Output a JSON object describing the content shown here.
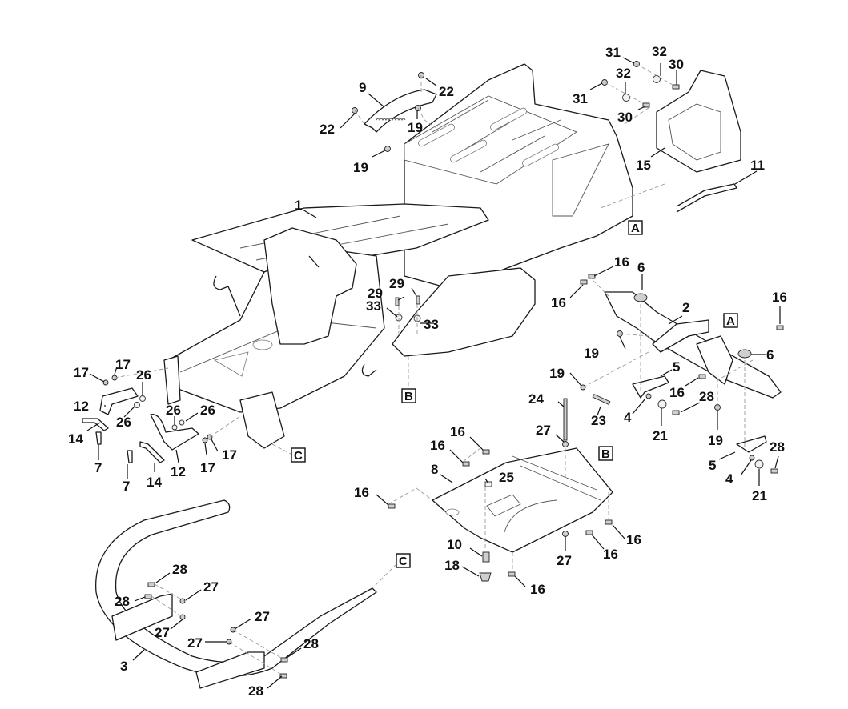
{
  "diagram": {
    "type": "exploded-parts-diagram",
    "subject": "Tractor chassis frame assembly",
    "colors": {
      "line": "#1a1a1a",
      "callout_text": "#111111",
      "background": "#ffffff",
      "dash": "#9a9a9a"
    }
  },
  "callouts": [
    {
      "id": "c1",
      "label": "1",
      "part": "frame"
    },
    {
      "id": "c2",
      "label": "2",
      "part": "front-axle-bracket"
    },
    {
      "id": "c3",
      "label": "3",
      "part": "front-bumper"
    },
    {
      "id": "c4a",
      "label": "4",
      "part": "spacer"
    },
    {
      "id": "c4b",
      "label": "4",
      "part": "spacer"
    },
    {
      "id": "c5a",
      "label": "5",
      "part": "bracket-plate"
    },
    {
      "id": "c5b",
      "label": "5",
      "part": "bracket-plate"
    },
    {
      "id": "c6a",
      "label": "6",
      "part": "spring"
    },
    {
      "id": "c6b",
      "label": "6",
      "part": "spring"
    },
    {
      "id": "c7a",
      "label": "7",
      "part": "clip"
    },
    {
      "id": "c7b",
      "label": "7",
      "part": "clip"
    },
    {
      "id": "c8",
      "label": "8",
      "part": "floor-plate"
    },
    {
      "id": "c9",
      "label": "9",
      "part": "height-adjust-segment"
    },
    {
      "id": "c10",
      "label": "10",
      "part": "pin"
    },
    {
      "id": "c11",
      "label": "11",
      "part": "battery-strap"
    },
    {
      "id": "c12a",
      "label": "12",
      "part": "hitch-bracket"
    },
    {
      "id": "c12b",
      "label": "12",
      "part": "hitch-bracket"
    },
    {
      "id": "c14a",
      "label": "14",
      "part": "hose"
    },
    {
      "id": "c14b",
      "label": "14",
      "part": "hose"
    },
    {
      "id": "c15",
      "label": "15",
      "part": "battery-tray"
    },
    {
      "id": "c16a",
      "label": "16",
      "part": "flange-bolt"
    },
    {
      "id": "c16b",
      "label": "16",
      "part": "flange-bolt"
    },
    {
      "id": "c16c",
      "label": "16",
      "part": "flange-bolt"
    },
    {
      "id": "c16d",
      "label": "16",
      "part": "flange-bolt"
    },
    {
      "id": "c16e",
      "label": "16",
      "part": "flange-bolt"
    },
    {
      "id": "c16f",
      "label": "16",
      "part": "flange-bolt"
    },
    {
      "id": "c16g",
      "label": "16",
      "part": "flange-bolt"
    },
    {
      "id": "c16h",
      "label": "16",
      "part": "flange-bolt"
    },
    {
      "id": "c16i",
      "label": "16",
      "part": "flange-bolt"
    },
    {
      "id": "c16j",
      "label": "16",
      "part": "flange-bolt"
    },
    {
      "id": "c17a",
      "label": "17",
      "part": "nut"
    },
    {
      "id": "c17b",
      "label": "17",
      "part": "nut"
    },
    {
      "id": "c17c",
      "label": "17",
      "part": "nut"
    },
    {
      "id": "c17d",
      "label": "17",
      "part": "nut"
    },
    {
      "id": "c18",
      "label": "18",
      "part": "cap"
    },
    {
      "id": "c19a",
      "label": "19",
      "part": "nut"
    },
    {
      "id": "c19b",
      "label": "19",
      "part": "nut"
    },
    {
      "id": "c19c",
      "label": "19",
      "part": "nut"
    },
    {
      "id": "c19d",
      "label": "19",
      "part": "nut"
    },
    {
      "id": "c19e",
      "label": "19",
      "part": "nut"
    },
    {
      "id": "c21a",
      "label": "21",
      "part": "washer"
    },
    {
      "id": "c21b",
      "label": "21",
      "part": "washer"
    },
    {
      "id": "c22a",
      "label": "22",
      "part": "screw"
    },
    {
      "id": "c22b",
      "label": "22",
      "part": "screw"
    },
    {
      "id": "c23",
      "label": "23",
      "part": "bolt"
    },
    {
      "id": "c24",
      "label": "24",
      "part": "long-bolt"
    },
    {
      "id": "c25",
      "label": "25",
      "part": "plug"
    },
    {
      "id": "c26a",
      "label": "26",
      "part": "rivet"
    },
    {
      "id": "c26b",
      "label": "26",
      "part": "rivet"
    },
    {
      "id": "c26c",
      "label": "26",
      "part": "rivet"
    },
    {
      "id": "c26d",
      "label": "26",
      "part": "rivet"
    },
    {
      "id": "c27a",
      "label": "27",
      "part": "nut"
    },
    {
      "id": "c27b",
      "label": "27",
      "part": "nut"
    },
    {
      "id": "c27c",
      "label": "27",
      "part": "nut"
    },
    {
      "id": "c27d",
      "label": "27",
      "part": "nut"
    },
    {
      "id": "c27e",
      "label": "27",
      "part": "nut"
    },
    {
      "id": "c27f",
      "label": "27",
      "part": "nut"
    },
    {
      "id": "c28a",
      "label": "28",
      "part": "bolt"
    },
    {
      "id": "c28b",
      "label": "28",
      "part": "bolt"
    },
    {
      "id": "c28c",
      "label": "28",
      "part": "bolt"
    },
    {
      "id": "c28d",
      "label": "28",
      "part": "bolt"
    },
    {
      "id": "c28e",
      "label": "28",
      "part": "bolt"
    },
    {
      "id": "c28f",
      "label": "28",
      "part": "bolt"
    },
    {
      "id": "c29a",
      "label": "29",
      "part": "screw"
    },
    {
      "id": "c29b",
      "label": "29",
      "part": "screw"
    },
    {
      "id": "c30a",
      "label": "30",
      "part": "bolt"
    },
    {
      "id": "c30b",
      "label": "30",
      "part": "bolt"
    },
    {
      "id": "c31a",
      "label": "31",
      "part": "nut"
    },
    {
      "id": "c31b",
      "label": "31",
      "part": "nut"
    },
    {
      "id": "c32a",
      "label": "32",
      "part": "washer"
    },
    {
      "id": "c32b",
      "label": "32",
      "part": "washer"
    },
    {
      "id": "c33a",
      "label": "33",
      "part": "washer"
    },
    {
      "id": "c33b",
      "label": "33",
      "part": "washer"
    }
  ],
  "refs": [
    {
      "id": "refA1",
      "label": "A"
    },
    {
      "id": "refA2",
      "label": "A"
    },
    {
      "id": "refB1",
      "label": "B"
    },
    {
      "id": "refB2",
      "label": "B"
    },
    {
      "id": "refC1",
      "label": "C"
    },
    {
      "id": "refC2",
      "label": "C"
    }
  ]
}
